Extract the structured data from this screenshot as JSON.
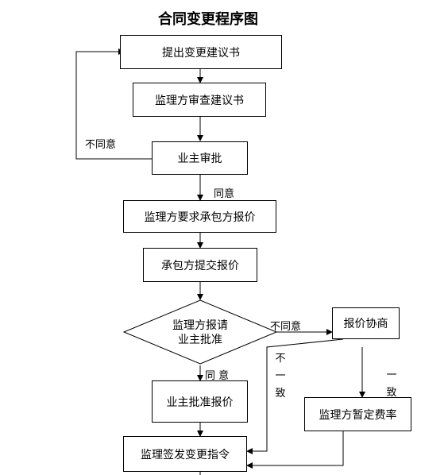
{
  "title": "合同变更程序图",
  "nodes": {
    "proposal": "提出变更建议书",
    "review": "监理方审查建议书",
    "owner_approve": "业主审批",
    "request_quote": "监理方要求承包方报价",
    "submit_quote": "承包方提交报价",
    "decision_line1": "监理方报请",
    "decision_line2": "业主批准",
    "negotiate": "报价协商",
    "approve_quote": "业主批准报价",
    "temp_rate": "监理方暂定费率",
    "issue_order": "监理签发变更指令"
  },
  "labels": {
    "disagree_left": "不同意",
    "agree_1": "同意",
    "disagree_right": "不同意",
    "agree_2": "同 意",
    "inconsistent_chars": [
      "不",
      "一",
      "致"
    ],
    "consistent_chars": [
      "一",
      "致"
    ]
  },
  "colors": {
    "line": "#000000",
    "box_bg": "#ffffff"
  }
}
